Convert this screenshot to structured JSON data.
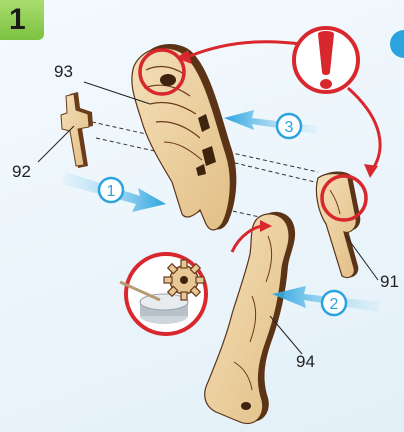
{
  "step": {
    "number": "1"
  },
  "parts": [
    {
      "id": "93",
      "label": "93"
    },
    {
      "id": "92",
      "label": "92"
    },
    {
      "id": "91",
      "label": "91"
    },
    {
      "id": "94",
      "label": "94"
    }
  ],
  "arrows": [
    {
      "label": "1"
    },
    {
      "label": "2"
    },
    {
      "label": "3"
    }
  ],
  "colors": {
    "wood": "#ecd0a2",
    "wood_edge": "#5b3418",
    "callout_red": "#d9272e",
    "arrow_blue": "#33a9e0",
    "step_green": "#8dcb4e"
  },
  "icons": [
    "warning-exclamation-icon",
    "wax-candle-icon"
  ]
}
